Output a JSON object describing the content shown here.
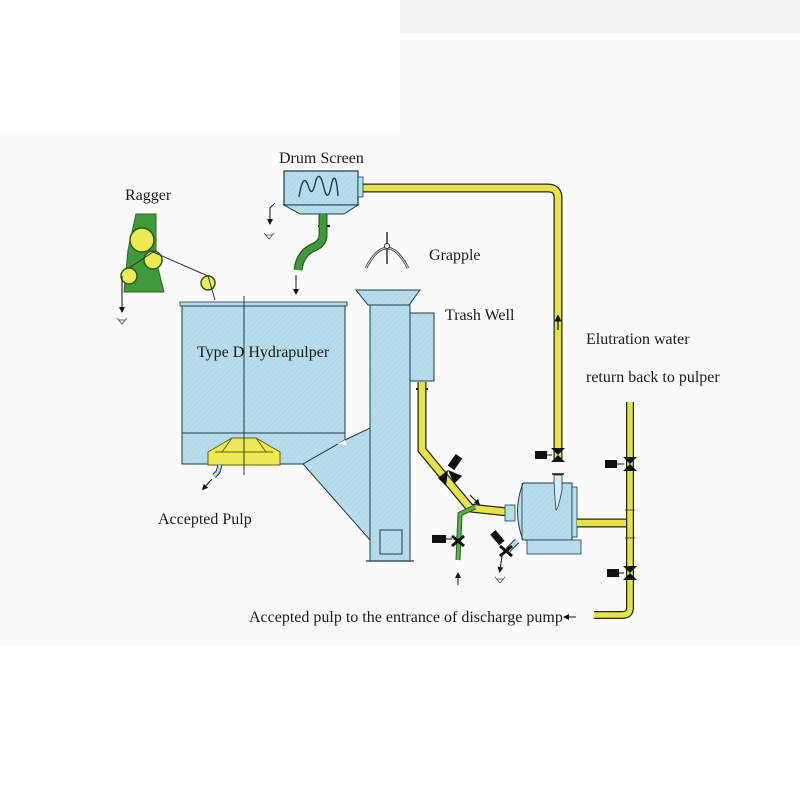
{
  "diagram": {
    "title": "Hydrapulper system flow diagram",
    "labels": {
      "drum_screen": "Drum Screen",
      "ragger": "Ragger",
      "grapple": "Grapple",
      "trash_well": "Trash Well",
      "hydrapulper": "Type D Hydrapulper",
      "accepted_pulp": "Accepted Pulp",
      "elutriation_line1": "Elutration water",
      "elutriation_line2": "return back to pulper",
      "discharge": "Accepted pulp to the entrance of discharge pump"
    },
    "components": [
      {
        "id": "ragger",
        "name": "Ragger"
      },
      {
        "id": "drum-screen",
        "name": "Drum Screen"
      },
      {
        "id": "hydrapulper",
        "name": "Type D Hydrapulper"
      },
      {
        "id": "grapple",
        "name": "Grapple"
      },
      {
        "id": "trash-well",
        "name": "Trash Well"
      },
      {
        "id": "pump",
        "name": "Pump"
      }
    ],
    "colors": {
      "vessel": "#b7dcea",
      "pipe_yellow": "#e8e24a",
      "pipe_green": "#3f9a3a",
      "outline": "#1f3a4a",
      "actuator": "#111111"
    }
  }
}
